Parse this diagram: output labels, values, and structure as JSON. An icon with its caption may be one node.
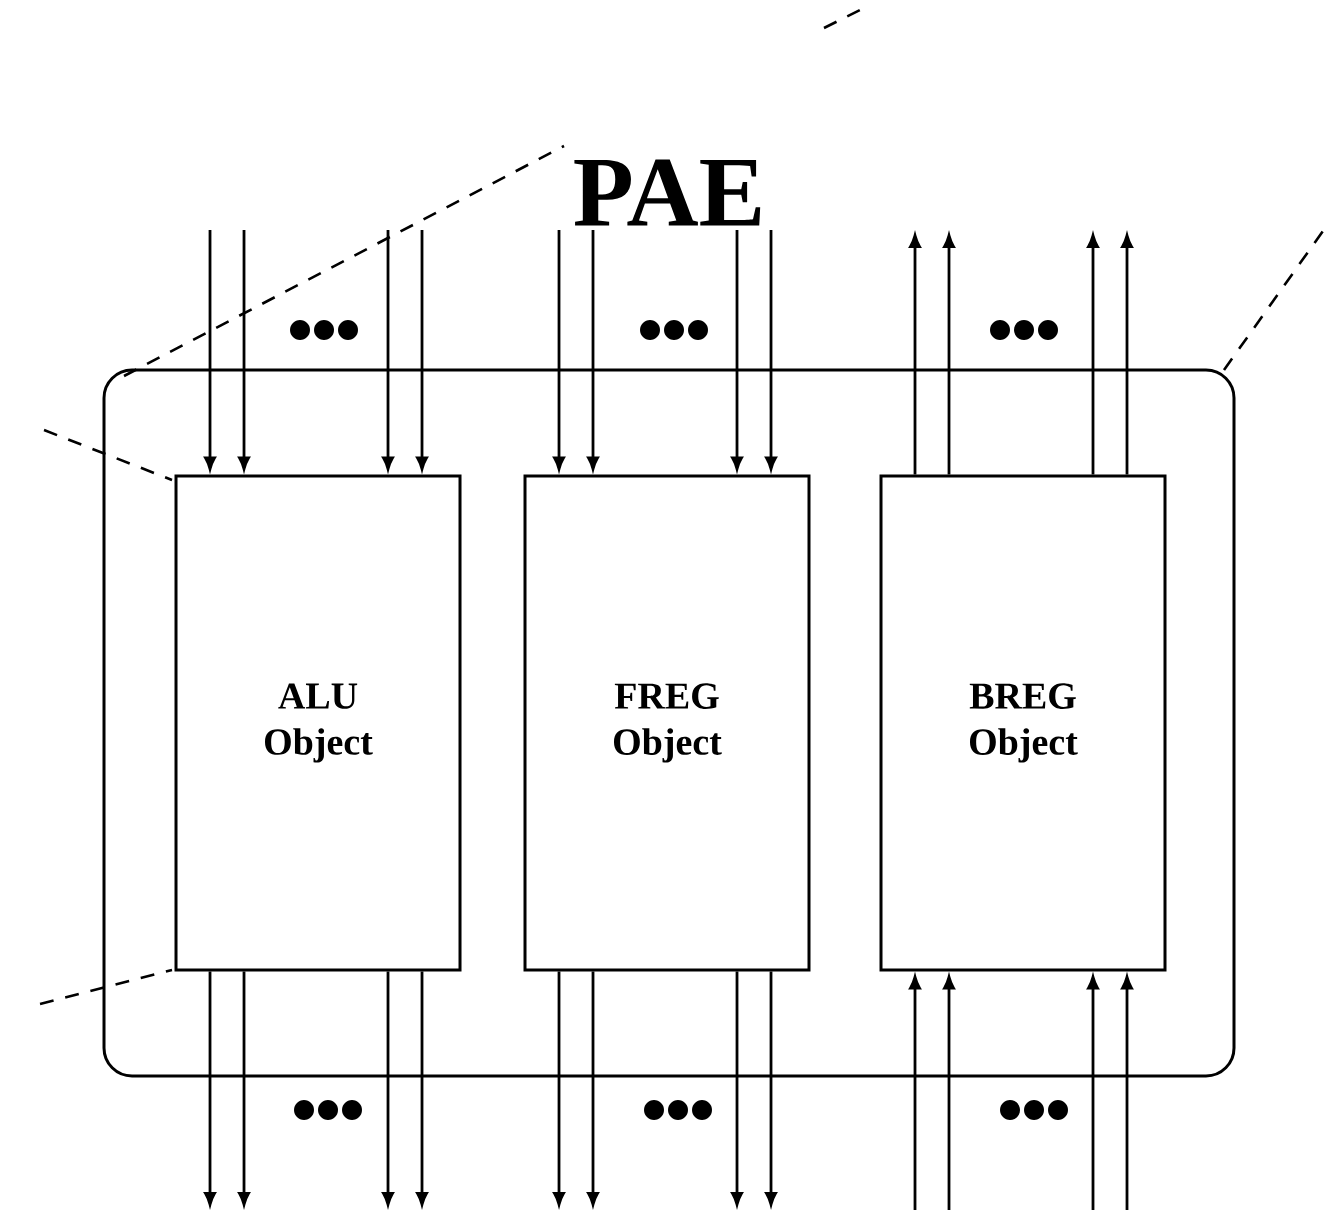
{
  "diagram": {
    "nodes": [
      {
        "text": [
          "PAE"
        ]
      },
      {
        "text": [
          "ALU Object"
        ],
        "in": 0
      },
      {
        "text": [
          "FREG Object"
        ],
        "in": 0
      },
      {
        "text": [
          "BREG Object"
        ],
        "in": 0
      }
    ],
    "edges": [
      {
        "from": null,
        "to": 1,
        "arrow": "to"
      },
      {
        "from": null,
        "to": 1,
        "arrow": "to"
      },
      {
        "from": null,
        "to": 1,
        "arrow": "to"
      },
      {
        "from": null,
        "to": 1,
        "arrow": "to"
      },
      {
        "from": 1,
        "to": null,
        "arrow": "to"
      },
      {
        "from": 1,
        "to": null,
        "arrow": "to"
      },
      {
        "from": 1,
        "to": null,
        "arrow": "to"
      },
      {
        "from": 1,
        "to": null,
        "arrow": "to"
      },
      {
        "from": null,
        "to": 2,
        "arrow": "to"
      },
      {
        "from": null,
        "to": 2,
        "arrow": "to"
      },
      {
        "from": null,
        "to": 2,
        "arrow": "to"
      },
      {
        "from": null,
        "to": 2,
        "arrow": "to"
      },
      {
        "from": 2,
        "to": null,
        "arrow": "to"
      },
      {
        "from": 2,
        "to": null,
        "arrow": "to"
      },
      {
        "from": 2,
        "to": null,
        "arrow": "to"
      },
      {
        "from": 2,
        "to": null,
        "arrow": "to"
      },
      {
        "from": 3,
        "to": null,
        "arrow": "to"
      },
      {
        "from": 3,
        "to": null,
        "arrow": "to"
      },
      {
        "from": 3,
        "to": null,
        "arrow": "to"
      },
      {
        "from": 3,
        "to": null,
        "arrow": "to"
      },
      {
        "from": null,
        "to": 3,
        "arrow": "to"
      },
      {
        "from": null,
        "to": 3,
        "arrow": "to"
      },
      {
        "from": null,
        "to": 3,
        "arrow": "to"
      },
      {
        "from": null,
        "to": 3,
        "arrow": "to"
      }
    ]
  }
}
